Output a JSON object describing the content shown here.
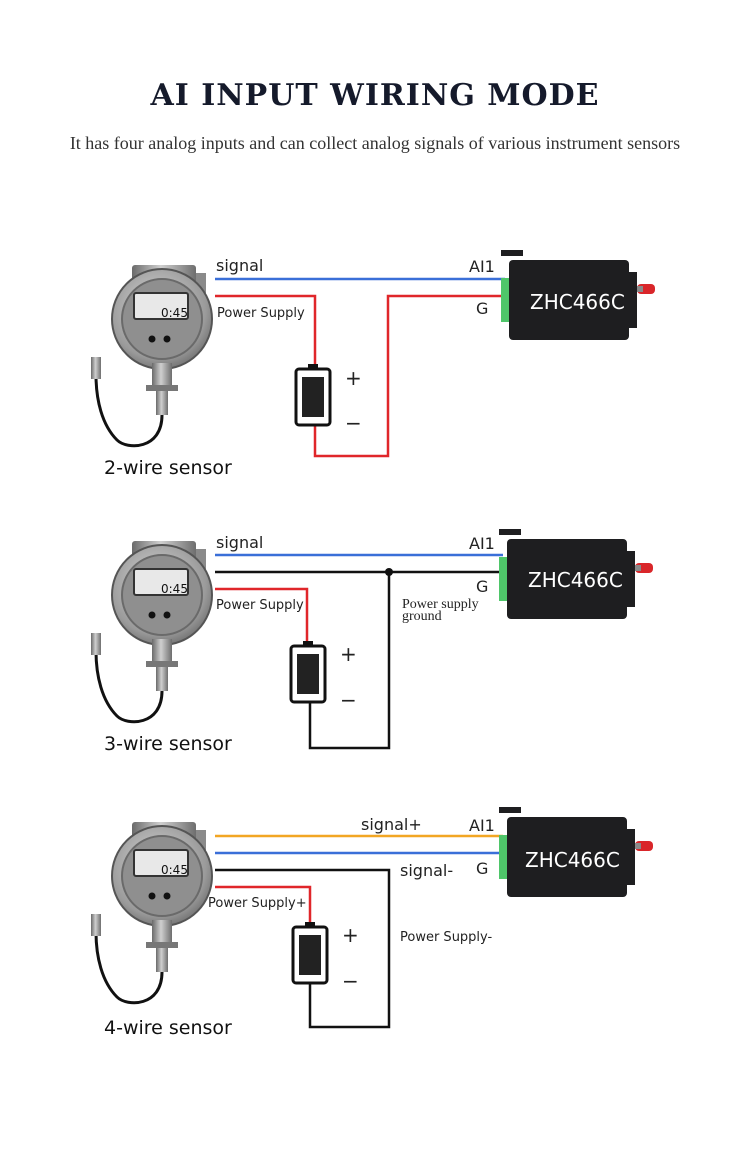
{
  "header": {
    "title": "AI INPUT WIRING MODE",
    "subtitle": "It has four analog inputs and can collect analog signals of various instrument sensors"
  },
  "device": {
    "screen_value": "0:45",
    "plus_sign": "+",
    "minus_sign": "−"
  },
  "diagrams": {
    "two_wire": {
      "caption": "2-wire sensor",
      "signal_label": "signal",
      "power_label": "Power Supply",
      "module_name": "ZHC466C",
      "pin_input": "AI1",
      "pin_ground": "G"
    },
    "three_wire": {
      "caption": "3-wire sensor",
      "signal_label": "signal",
      "power_label": "Power Supply",
      "ground_label_1": "Power supply",
      "ground_label_2": "ground",
      "module_name": "ZHC466C",
      "pin_input": "AI1",
      "pin_ground": "G"
    },
    "four_wire": {
      "caption": "4-wire sensor",
      "signal_plus_label": "signal+",
      "signal_minus_label": "signal-",
      "power_plus_label": "Power Supply+",
      "power_minus_label": "Power Supply-",
      "module_name": "ZHC466C",
      "pin_input": "AI1",
      "pin_ground": "G"
    }
  },
  "colors": {
    "signal_wire": "#3a6fd8",
    "power_wire": "#e0262a",
    "ground_wire": "#111111",
    "signal_plus_wire": "#f2a623",
    "module_body": "#1e1e20",
    "terminal_green": "#4fc66a",
    "antenna_red": "#d9262a"
  }
}
